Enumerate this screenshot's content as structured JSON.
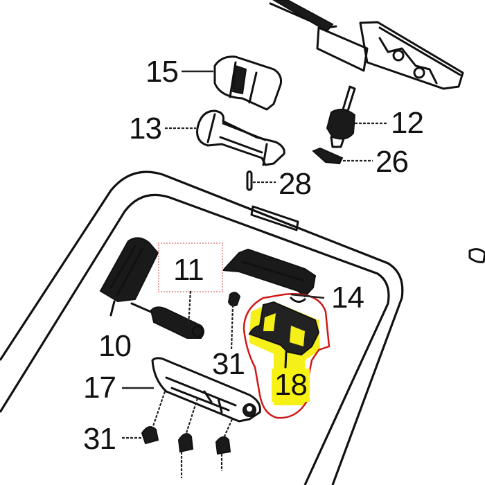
{
  "diagram": {
    "type": "exploded-parts-view",
    "highlight_color": "#f5ef1a",
    "annotation_color": "#d01818",
    "callouts": [
      {
        "id": "15",
        "label": "15",
        "part": "grip-cap"
      },
      {
        "id": "13",
        "label": "13",
        "part": "bracket"
      },
      {
        "id": "12",
        "label": "12",
        "part": "knob-shaft"
      },
      {
        "id": "26",
        "label": "26",
        "part": "spring"
      },
      {
        "id": "28",
        "label": "28",
        "part": "pin"
      },
      {
        "id": "11",
        "label": "11",
        "part": "link-rod",
        "boxed": true
      },
      {
        "id": "14",
        "label": "14",
        "part": "hinge-bar"
      },
      {
        "id": "10",
        "label": "10",
        "part": "switch-lever"
      },
      {
        "id": "31a",
        "label": "31",
        "part": "screw"
      },
      {
        "id": "18",
        "label": "18",
        "part": "latch-clip",
        "highlighted": true,
        "circled": true
      },
      {
        "id": "17",
        "label": "17",
        "part": "handle-cover"
      },
      {
        "id": "31b",
        "label": "31",
        "part": "screw"
      }
    ]
  }
}
